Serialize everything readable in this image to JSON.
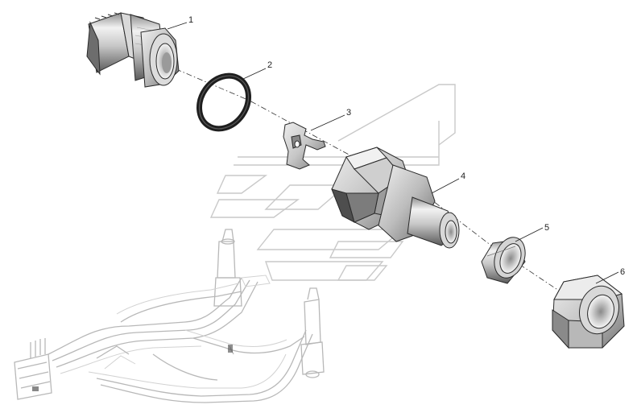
{
  "callouts": [
    {
      "id": "p1",
      "label": "1"
    },
    {
      "id": "p2",
      "label": "2"
    },
    {
      "id": "p3",
      "label": "3"
    },
    {
      "id": "p4",
      "label": "4"
    },
    {
      "id": "p5",
      "label": "5"
    },
    {
      "id": "p6",
      "label": "6"
    }
  ],
  "colors": {
    "metal_light": "#e6e6e6",
    "metal_mid": "#a9a9a9",
    "metal_dark": "#555555",
    "oring": "#1e1e1e",
    "background_assembly": "#c4c4c4"
  }
}
